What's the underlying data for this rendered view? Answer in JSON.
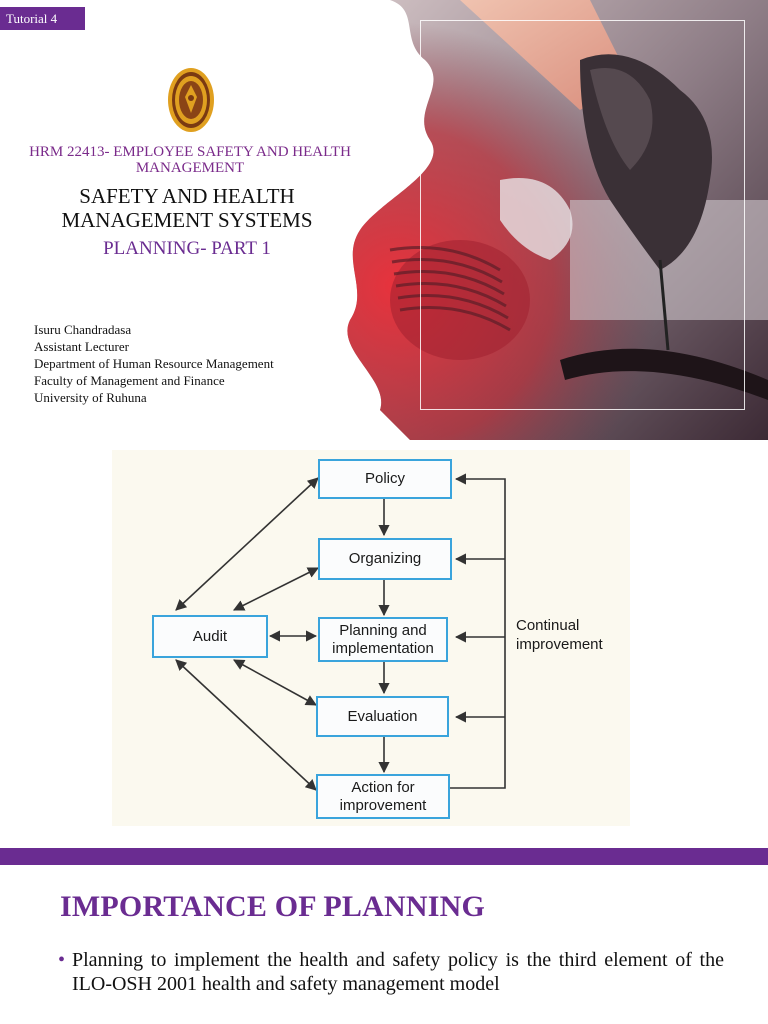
{
  "slide1": {
    "tag": "Tutorial 4",
    "course": "HRM 22413- EMPLOYEE SAFETY AND HEALTH MANAGEMENT",
    "title": "SAFETY AND HEALTH MANAGEMENT SYSTEMS",
    "subtitle": "PLANNING- PART 1",
    "author": {
      "name": "Isuru Chandradasa",
      "position": "Assistant Lecturer",
      "department": "Department of Human Resource Management",
      "faculty": "Faculty of Management and Finance",
      "university": "University of Ruhuna"
    },
    "colors": {
      "accent": "#6a2c91",
      "course_text": "#7a2a8a",
      "logo": "#e0a020"
    }
  },
  "diagram": {
    "boxes": {
      "policy": "Policy",
      "organizing": "Organizing",
      "planning_line1": "Planning and",
      "planning_line2": "implementation",
      "evaluation": "Evaluation",
      "action_line1": "Action for",
      "action_line2": "improvement",
      "audit": "Audit"
    },
    "side_label_line1": "Continual",
    "side_label_line2": "improvement",
    "colors": {
      "box_border": "#3aa4dc",
      "background": "#fbf9ef"
    }
  },
  "slide3": {
    "heading": "IMPORTANCE OF PLANNING",
    "bullet": "Planning to implement the health and safety policy is the third element of the ILO-OSH 2001 health and safety management model",
    "colors": {
      "accent": "#6a2c91"
    }
  }
}
